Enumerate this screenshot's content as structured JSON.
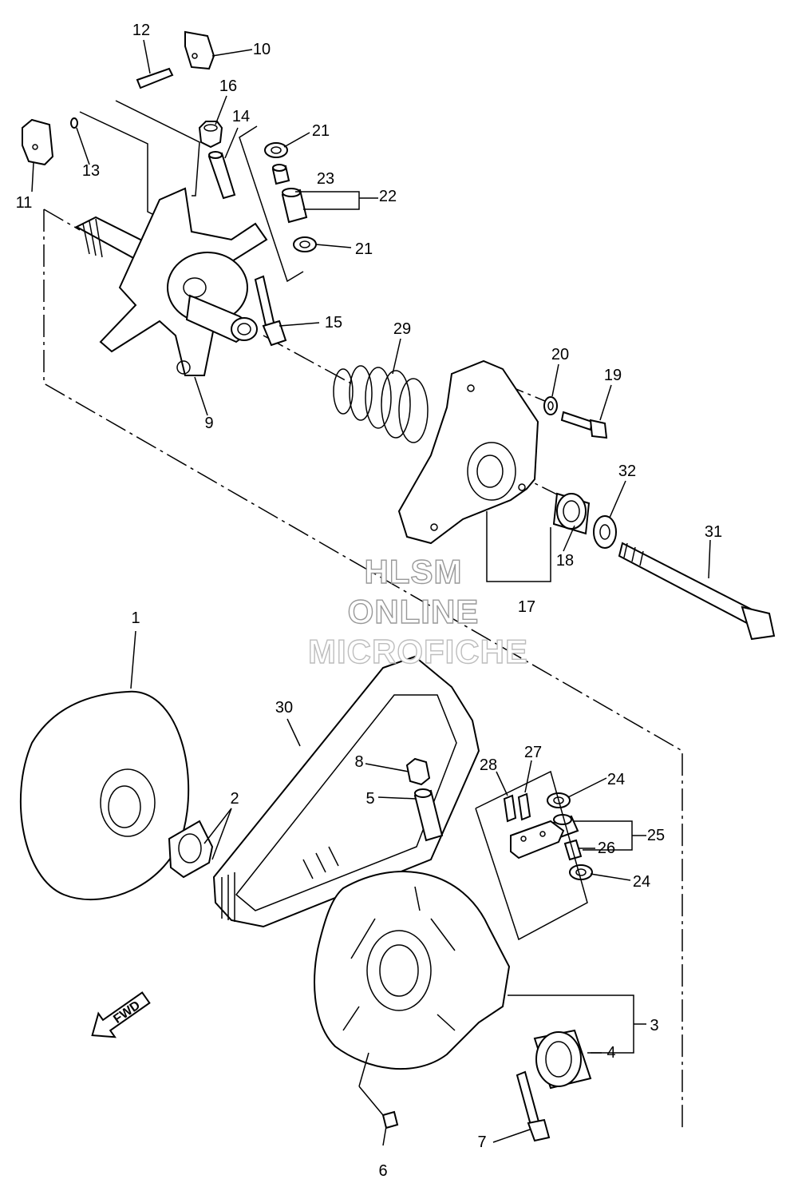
{
  "callouts": {
    "c1": "1",
    "c2": "2",
    "c3": "3",
    "c4": "4",
    "c5": "5",
    "c6": "6",
    "c7": "7",
    "c8": "8",
    "c9": "9",
    "c10": "10",
    "c11": "11",
    "c12": "12",
    "c13": "13",
    "c14": "14",
    "c15": "15",
    "c16": "16",
    "c17": "17",
    "c18": "18",
    "c19": "19",
    "c20": "20",
    "c21a": "21",
    "c21b": "21",
    "c22": "22",
    "c23": "23",
    "c24a": "24",
    "c24b": "24",
    "c25": "25",
    "c26": "26",
    "c27": "27",
    "c28": "28",
    "c29": "29",
    "c30": "30",
    "c31": "31",
    "c32": "32"
  },
  "watermark": {
    "line1": "HLSM",
    "line2": "ONLINE",
    "line3": "MICROFICHE"
  },
  "direction_arrow": {
    "label": "FWD"
  }
}
